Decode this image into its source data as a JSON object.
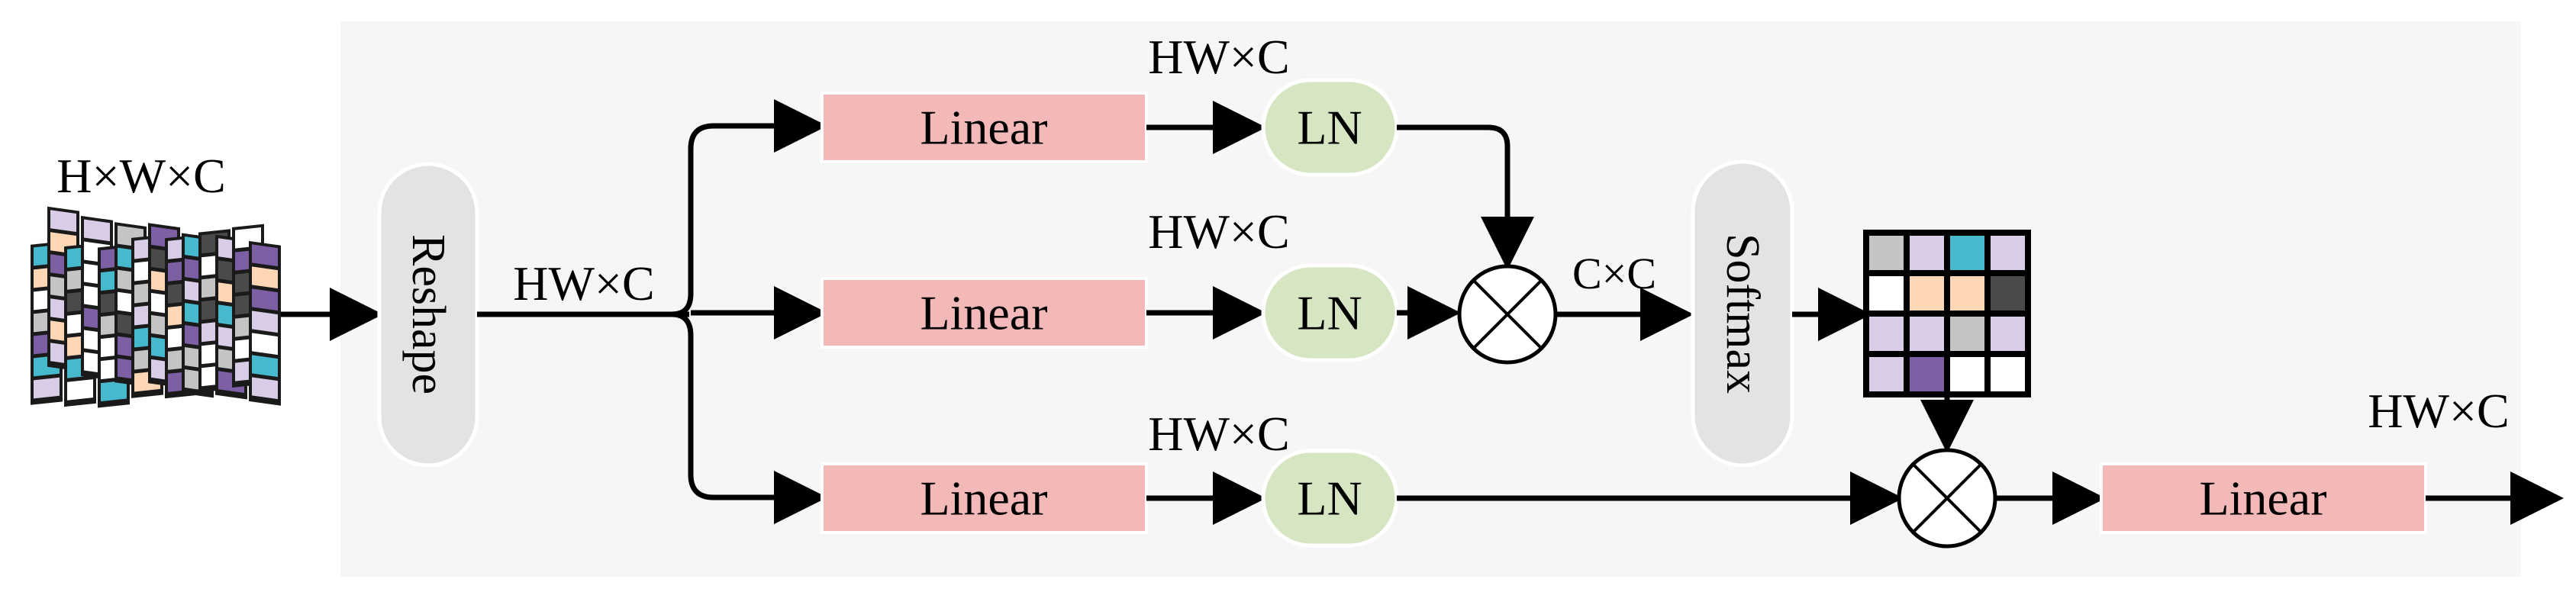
{
  "labels": {
    "input_dims": "H×W×C",
    "reshape": "Reshape",
    "hw_c_main": "HW×C",
    "hw_c_top": "HW×C",
    "hw_c_mid": "HW×C",
    "hw_c_bottom": "HW×C",
    "hw_c_output": "HW×C",
    "linear_top": "Linear",
    "linear_mid": "Linear",
    "linear_bottom": "Linear",
    "linear_out": "Linear",
    "ln_top": "LN",
    "ln_mid": "LN",
    "ln_bottom": "LN",
    "c_c": "C×C",
    "softmax": "Softmax"
  },
  "colors": {
    "panel": "#f6f6f7",
    "linear": "#f3b8b8",
    "ln": "#d6e6c2",
    "pill": "#e3e3e3",
    "arrow": "#000000",
    "purple_light": "#d9cce6",
    "purple_dark": "#7d5fa3",
    "cyan": "#46b9cc",
    "orange": "#ffd7b5",
    "orange_edge": "#f08a3c",
    "gray_light": "#c4c4c4",
    "gray_dark": "#4a4a4a",
    "white": "#ffffff"
  },
  "icons": {
    "multiply": "circled-times-icon",
    "input": "feature-map-stack-icon",
    "matrix": "attention-matrix-icon"
  },
  "attention_matrix": [
    [
      "gray_light",
      "purple_light",
      "cyan",
      "purple_light"
    ],
    [
      "white",
      "orange",
      "orange",
      "gray_dark"
    ],
    [
      "purple_light",
      "purple_light",
      "gray_light",
      "purple_light"
    ],
    [
      "purple_light",
      "purple_dark",
      "white",
      "white"
    ]
  ]
}
